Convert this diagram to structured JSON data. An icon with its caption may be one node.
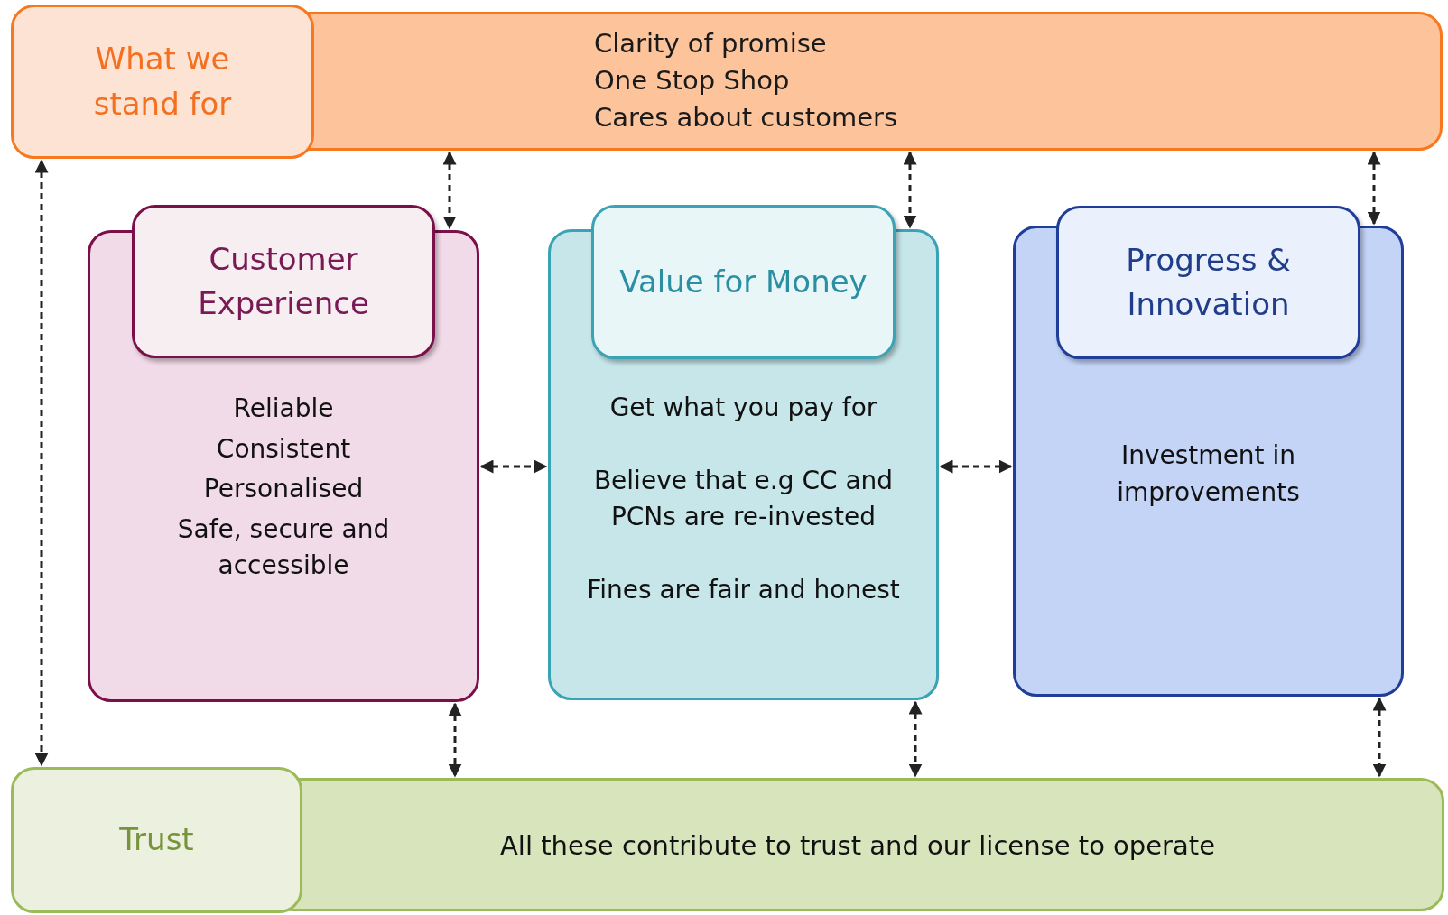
{
  "diagram": {
    "nodes": [
      {
        "text": [
          "Clarity of promise",
          "One Stop Shop",
          "Cares about customers"
        ]
      },
      {
        "text": [
          "What we stand for"
        ],
        "in": 0
      },
      {
        "text": [
          "Reliable",
          "Consistent",
          "Personalised",
          "Safe, secure and accessible"
        ]
      },
      {
        "text": [
          "Customer Experience"
        ],
        "in": 2
      },
      {
        "text": [
          "Get what you pay for",
          "Believe that e.g CC and PCNs are re-invested",
          "Fines are fair and honest"
        ]
      },
      {
        "text": [
          "Value for Money"
        ],
        "in": 4
      },
      {
        "text": [
          "Investment in improvements"
        ]
      },
      {
        "text": [
          "Progress & Innovation"
        ],
        "in": 6
      },
      {
        "text": [
          "All these contribute to trust and our license to operate"
        ]
      },
      {
        "text": [
          "Trust"
        ],
        "in": 8
      }
    ],
    "edges": [
      {
        "from": 0,
        "to": 2,
        "arrow": "both",
        "style": "dashed"
      },
      {
        "from": 0,
        "to": 4,
        "arrow": "both",
        "style": "dashed"
      },
      {
        "from": 0,
        "to": 6,
        "arrow": "both",
        "style": "dashed"
      },
      {
        "from": 1,
        "to": 9,
        "arrow": "both",
        "style": "dashed"
      },
      {
        "from": 2,
        "to": 4,
        "arrow": "both",
        "style": "dashed"
      },
      {
        "from": 4,
        "to": 6,
        "arrow": "both",
        "style": "dashed"
      },
      {
        "from": 2,
        "to": 8,
        "arrow": "both",
        "style": "dashed"
      },
      {
        "from": 4,
        "to": 8,
        "arrow": "both",
        "style": "dashed"
      },
      {
        "from": 6,
        "to": 8,
        "arrow": "both",
        "style": "dashed"
      }
    ]
  }
}
